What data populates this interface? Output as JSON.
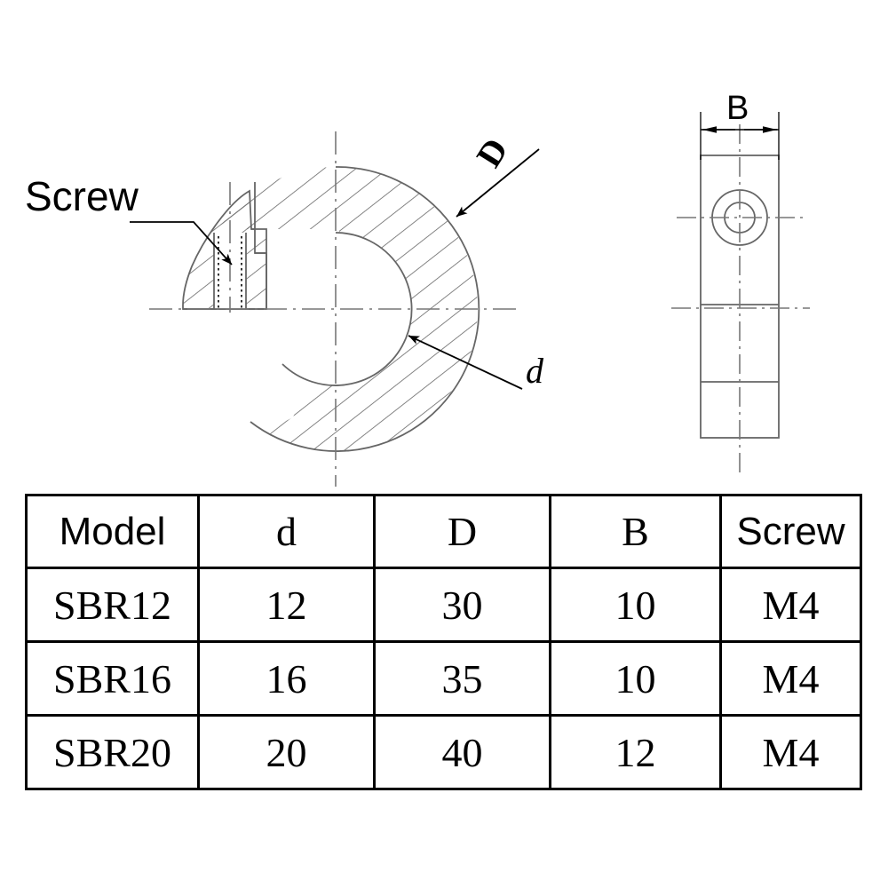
{
  "drawing": {
    "title_labels": {
      "screw_label": "Screw",
      "outer_diameter_label": "D",
      "inner_diameter_label": "d",
      "width_label": "B"
    },
    "views": {
      "front_section": "shaft-collar-front-section-view",
      "side_view": "shaft-collar-side-view"
    },
    "colors": {
      "line": "#555555",
      "ink": "#000000",
      "background": "#ffffff"
    }
  },
  "table": {
    "headers": [
      "Model",
      "d",
      "D",
      "B",
      "Screw"
    ],
    "rows": [
      {
        "model": "SBR12",
        "d": "12",
        "D": "30",
        "B": "10",
        "screw": "M4"
      },
      {
        "model": "SBR16",
        "d": "16",
        "D": "35",
        "B": "10",
        "screw": "M4"
      },
      {
        "model": "SBR20",
        "d": "20",
        "D": "40",
        "B": "12",
        "screw": "M4"
      }
    ]
  }
}
